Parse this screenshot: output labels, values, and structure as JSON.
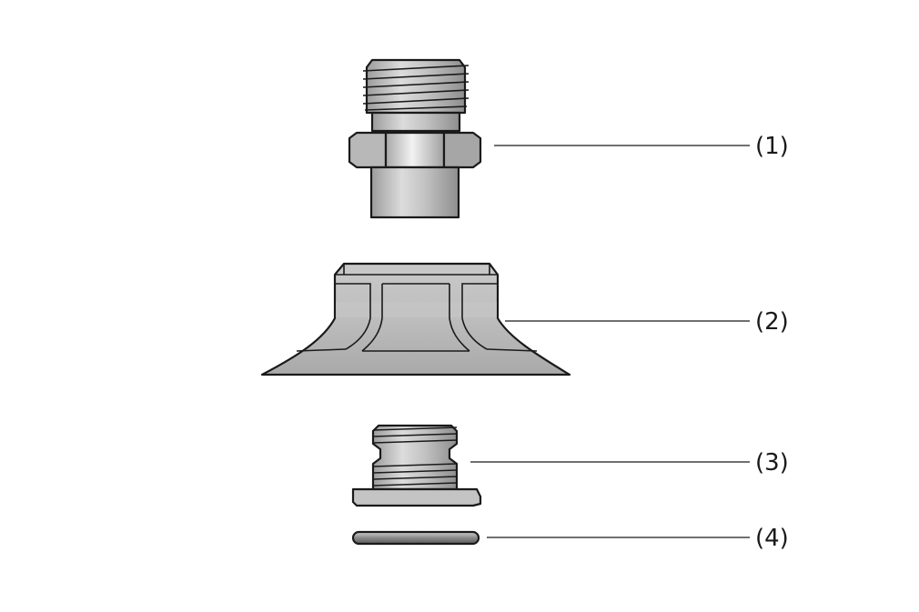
{
  "callouts": [
    {
      "label": "(1)",
      "part": "threaded-connector-with-hex-nut"
    },
    {
      "label": "(2)",
      "part": "suction-cup"
    },
    {
      "label": "(3)",
      "part": "threaded-insert"
    },
    {
      "label": "(4)",
      "part": "o-ring"
    }
  ],
  "colors": {
    "metal_light": "#d6d6d6",
    "metal_mid": "#b9b9b9",
    "metal_dark": "#9a9a9a",
    "outline": "#1a1a1a"
  }
}
